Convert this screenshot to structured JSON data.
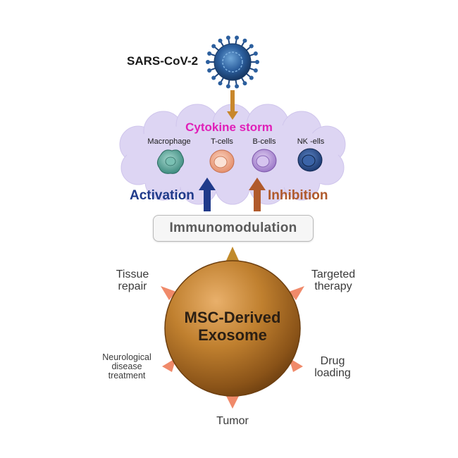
{
  "virus": {
    "label": "SARS-CoV-2"
  },
  "storm": {
    "title": "Cytokine storm",
    "cells": [
      {
        "label": "Macrophage",
        "color": "#5aa89a"
      },
      {
        "label": "T-cells",
        "color": "#f0a888"
      },
      {
        "label": "B-cells",
        "color": "#b89ad8"
      },
      {
        "label": "NK -ells",
        "color": "#2b4f8e"
      }
    ]
  },
  "arrows": {
    "activation": {
      "label": "Activation",
      "color": "#1f3a8a"
    },
    "inhibition": {
      "label": "Inhibition",
      "color": "#b05a2c"
    }
  },
  "immunomodulation": {
    "label": "Immunomodulation"
  },
  "exosome": {
    "title_line1": "MSC-Derived",
    "title_line2": "Exosome",
    "color": "#b8742e"
  },
  "features": {
    "tissue_repair": {
      "line1": "Tissue",
      "line2": "repair"
    },
    "targeted_therapy": {
      "line1": "Targeted",
      "line2": "therapy"
    },
    "neurological": {
      "line1": "Neurological",
      "line2": "disease",
      "line3": "treatment"
    },
    "drug_loading": {
      "line1": "Drug",
      "line2": "loading"
    },
    "tumor": {
      "label": "Tumor"
    }
  }
}
